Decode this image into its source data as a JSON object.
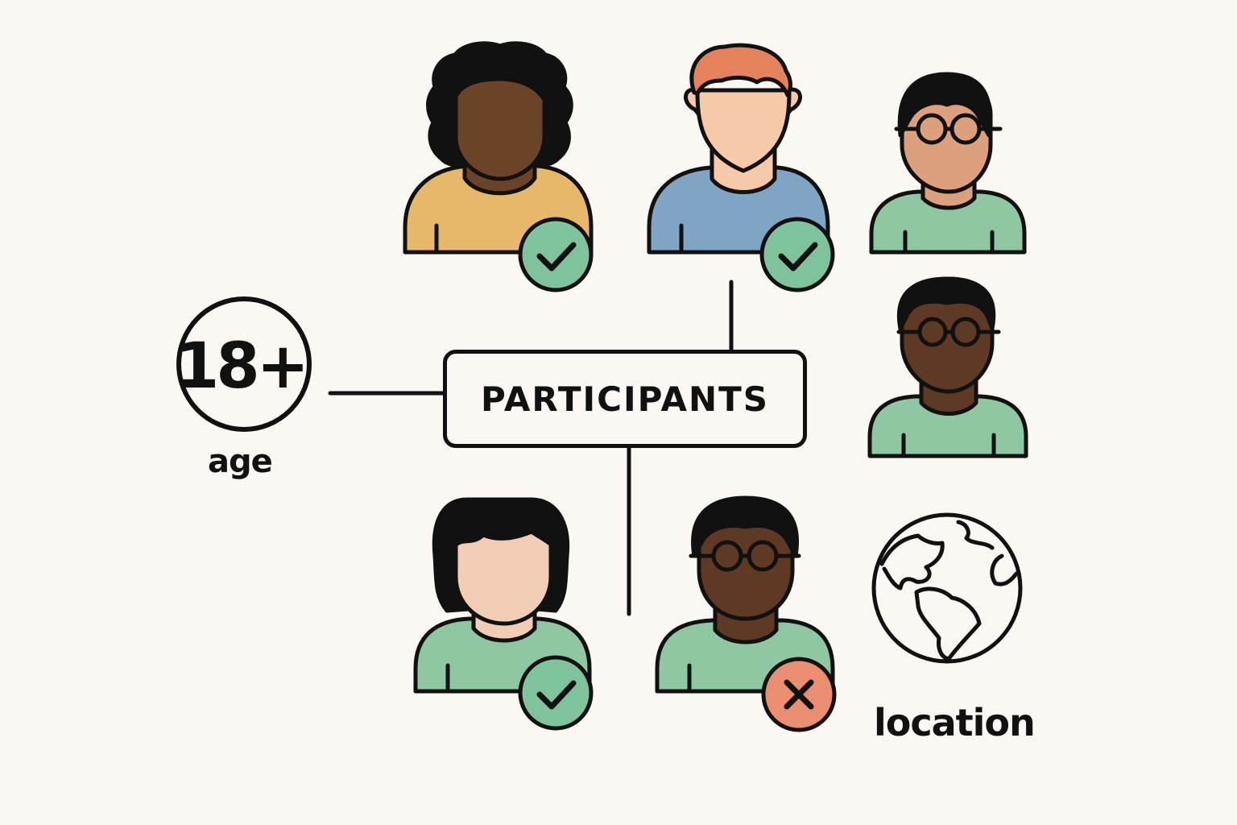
{
  "center_label": "PARTICIPANTS",
  "age_badge": "18+",
  "age_label": "age",
  "location_label": "location",
  "colors": {
    "outline": "#111111",
    "background": "#fbf8f3",
    "check_badge": "#7fc39c",
    "reject_badge": "#e98e70",
    "shirt_yellow": "#e8b86a",
    "shirt_blue": "#7fa4c4",
    "shirt_green": "#8fc7a2"
  },
  "participants": [
    {
      "name": "participant-curly-hair",
      "status": "accepted",
      "status_icon": "check-icon"
    },
    {
      "name": "participant-red-hair",
      "status": "accepted",
      "status_icon": "check-icon"
    },
    {
      "name": "participant-glasses-top-right",
      "status": "none"
    },
    {
      "name": "participant-glasses-middle-right",
      "status": "none"
    },
    {
      "name": "participant-bob-hair",
      "status": "accepted",
      "status_icon": "check-icon"
    },
    {
      "name": "participant-glasses-bottom",
      "status": "rejected",
      "status_icon": "x-icon"
    }
  ]
}
